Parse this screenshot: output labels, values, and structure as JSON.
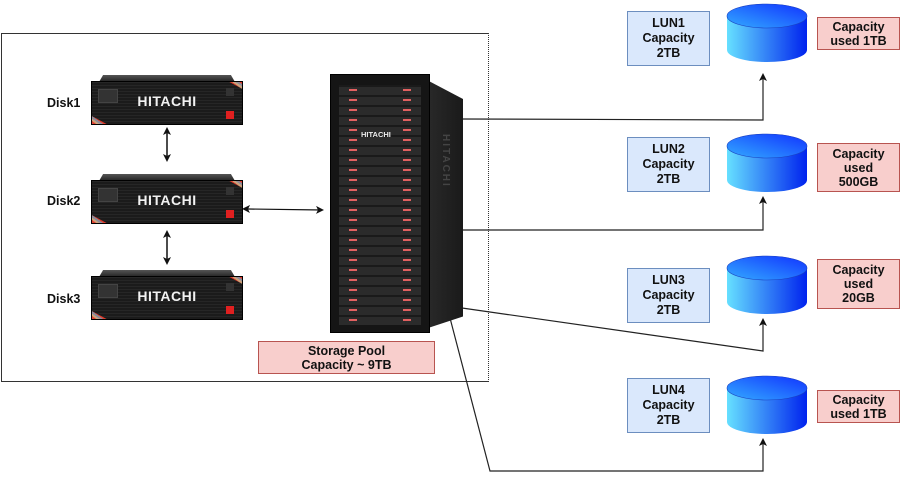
{
  "diagram": {
    "storage_pool": {
      "label_line1": "Storage Pool",
      "label_line2": "Capacity ~ 9TB",
      "rack_logo": "HITACHI",
      "rack_side_logo": "HITACHI"
    },
    "disks": [
      {
        "label": "Disk1",
        "logo": "HITACHI"
      },
      {
        "label": "Disk2",
        "logo": "HITACHI"
      },
      {
        "label": "Disk3",
        "logo": "HITACHI"
      }
    ],
    "luns": [
      {
        "name": "LUN1",
        "capacity_label": "Capacity",
        "capacity": "2TB",
        "used_line1": "Capacity",
        "used_line2": "used 1TB",
        "used_line3": ""
      },
      {
        "name": "LUN2",
        "capacity_label": "Capacity",
        "capacity": "2TB",
        "used_line1": "Capacity",
        "used_line2": "used",
        "used_line3": "500GB"
      },
      {
        "name": "LUN3",
        "capacity_label": "Capacity",
        "capacity": "2TB",
        "used_line1": "Capacity",
        "used_line2": "used",
        "used_line3": "20GB"
      },
      {
        "name": "LUN4",
        "capacity_label": "Capacity",
        "capacity": "2TB",
        "used_line1": "Capacity",
        "used_line2": "used 1TB",
        "used_line3": ""
      }
    ],
    "colors": {
      "lun_box_fill": "#dae8fc",
      "lun_box_border": "#6c8ebf",
      "used_box_fill": "#f8cecc",
      "used_box_border": "#b85450",
      "cylinder_light": "#66e0ff",
      "cylinder_dark": "#0022ee"
    }
  }
}
